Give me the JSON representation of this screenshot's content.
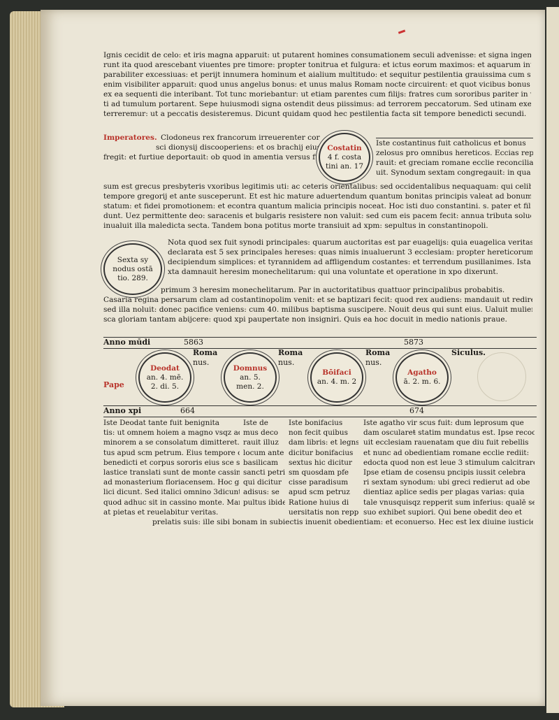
{
  "intro": [
    "Ignis cecidit de celo: et iris magna apparuit: ut putarent homines consumationem seculi advenisse: et signa ingentia fue",
    "runt ita quod arescebant viuentes pre timore: propter tonitrua et fulgura: et ictus eorum maximos: et aquarum inundationes incom",
    "parabiliter excessiuas: et perijt innumera hominum et aialium multitudo: et sequitur pestilentia grauissima cum signo ire dei. Cuctis",
    "enim visibiliter apparuit: quod unus angelus bonus: et unus malus Romam nocte circuirent: et quot vicibus bonus malum percutiebat: tot",
    "ex ea sequenti die interibant. Tot tunc moriebantur: ut etiam parentes cum filijs: fratres cum sororibus pariter in veretro posi",
    "ti ad tumulum portarent. Sepe huiusmodi signa ostendit deus piissimus: ad terrorem peccatorum. Sed utinam exemplis alio",
    "terreremur: ut a peccatis desisteremus. Dicunt quidam quod hec pestilentia facta sit tempore benedicti secundi."
  ],
  "imperatores": {
    "heading": "Imperatores.",
    "line1": "Clodoneus rex francorum irreuerenter corpus",
    "line2": "sci dionysij discooperiens: et os brachij eius",
    "line3": "fregit: et furtiue deportauit: ob quod in amentia versus fuit.",
    "circle": [
      "Costatin",
      "4 f. costa",
      "tini an. 17"
    ],
    "right": [
      "Iste costantinus fuit catholicus et bonus",
      "zelosus pro omnibus hereticos. Eccias repa",
      "rauit: et greciam romane ecclie reconcilia",
      "uit. Synodum sextam congregauit: in qua pmis"
    ],
    "cont": [
      "sum est grecus presbyteris vxoribus legitimis uti: ac ceteris orientalibus: sed occidentalibus nequaquam: qui celibatum voluntarie",
      "tempore gregorij et ante susceperunt. Et est hic mature aduertendum quantum bonitas principis valeat ad bonum et quietum ecclie",
      "statum: et fidei promotionem: et econtra quantum malicia principis noceat. Hoc isti duo constantini. s. pater et filius clarissime oste",
      "dunt. Uez permittente deo: saracenis et bulgaris resistere non valuit: sed cum eis pacem fecit: annua tributa soluendo: ita",
      "inualuit illa maledicta secta. Tandem bona potitus morte transiuit ad xpm: sepultus in constantinopoli."
    ]
  },
  "synodus": {
    "circle": [
      "Sexta sy",
      "nodus ostā",
      "tio. 289."
    ],
    "lines": [
      "Nota quod sex fuit synodi principales: quarum auctoritas est par euagelijs: quia euagelica veritas per eas",
      "declarata est 5 sex principales hereses: quas nimis inualuerunt 3 ecclesiam: propter hereticorum subtilitatem ad",
      "decipiendum simplices: et tyrannidem ad affligendum costantes: et terrendum pusillanimes. Ista aut se",
      "xta damnauit heresim monechelitarum: qui una voluntate et operatione in xpo dixerunt."
    ],
    "extra": [
      "primum 3 heresim monechelitarum. Par in auctoritatibus quattuor principalibus probabitis.",
      "Casaria regina persarum clam ad costantinopolim venit: et se baptizari fecit: quod rex audiens: mandauit ut rediret:",
      "sed illa noluit: donec pacifice veniens: cum 40. milibus baptisma suscipere. Nouit deus qui sunt eius. Ualuit mulier",
      "sca gloriam tantam abijcere: quod xpi paupertate non insigniri. Quis ea hoc docuit in medio nationis praue."
    ]
  },
  "table": {
    "anno_mundi_label": "Anno mūdi",
    "anno_mundi_1": "5863",
    "anno_mundi_2": "5873",
    "pape_label": "Pape",
    "roma": "Roma",
    "nus": "nus.",
    "siculus": "Siculus.",
    "c1": [
      "Deodat",
      "an. 4. mē.",
      "2. di. 5."
    ],
    "c2": [
      "Domnus",
      "an. 5.",
      "men. 2."
    ],
    "c3": [
      "Bōifaci",
      "an. 4. m. 2"
    ],
    "c4": [
      "Agatho",
      "ā. 2. m. 6."
    ],
    "anno_xpi_label": "Anno xpi",
    "anno_xpi_1": "664",
    "anno_xpi_2": "674"
  },
  "cols": {
    "a": [
      "Iste Deodat tante fuit benignita",
      "tis: ut omnem hoiem a magno vsqz ad",
      "minorem a se consolatum dimitteret. Sepl",
      "tus apud scm petrum. Eius tempore corpus sci",
      "benedicti et corpus sororis eius sce sco",
      "lastice translati sunt de monte cassino",
      "ad monasterium floriacensem. Hoc gal",
      "lici dicunt. Sed italici omnino 3dicunt:",
      "quod adhuc sit in cassino monte. Mane",
      "at pietas et reuelabitur veritas."
    ],
    "b": [
      "Iste de",
      "mus deco",
      "rauit illuz",
      "locum ante",
      "basilicam",
      "sancti petri",
      "qui dicitur",
      "adisus: se",
      "pultus ibide"
    ],
    "c": [
      "Iste bonifacius",
      "non fecit quibus",
      "dam libris: et legns",
      "dicitur bonifacius",
      "sextus hic dicitur",
      "sm quosdam pfe",
      "cisse paradisum",
      "apud scm petruz",
      "Ratione huius di",
      "uersitatis non reppi"
    ],
    "d": [
      "Iste agatho vir scus fuit: dum leprosum que",
      "dam osculareŧ statim mundatus est. Ipse recocilia",
      "uit ecclesiam rauenatam que diu fuit rebellis",
      "et nunc ad obedientiam romane ecclie rediit:",
      "edocta quod non est leue 3 stimulum calcitrare.",
      "Ipse etiam de cosensu pncipis iussit celebra",
      "ri sextam synodum: ubi greci redierut ad obe",
      "dientiaz aplice sedis per plagas varias: quia",
      "tale vnusquisqz repperit sum inferius: qualē se",
      "suo exhibet supiori. Qui bene obedit deo et"
    ],
    "last": "prelatis suis: ille sibi bonam in subiectis inuenit obedientiam: et econuerso. Hec est lex diuine iusticie."
  }
}
